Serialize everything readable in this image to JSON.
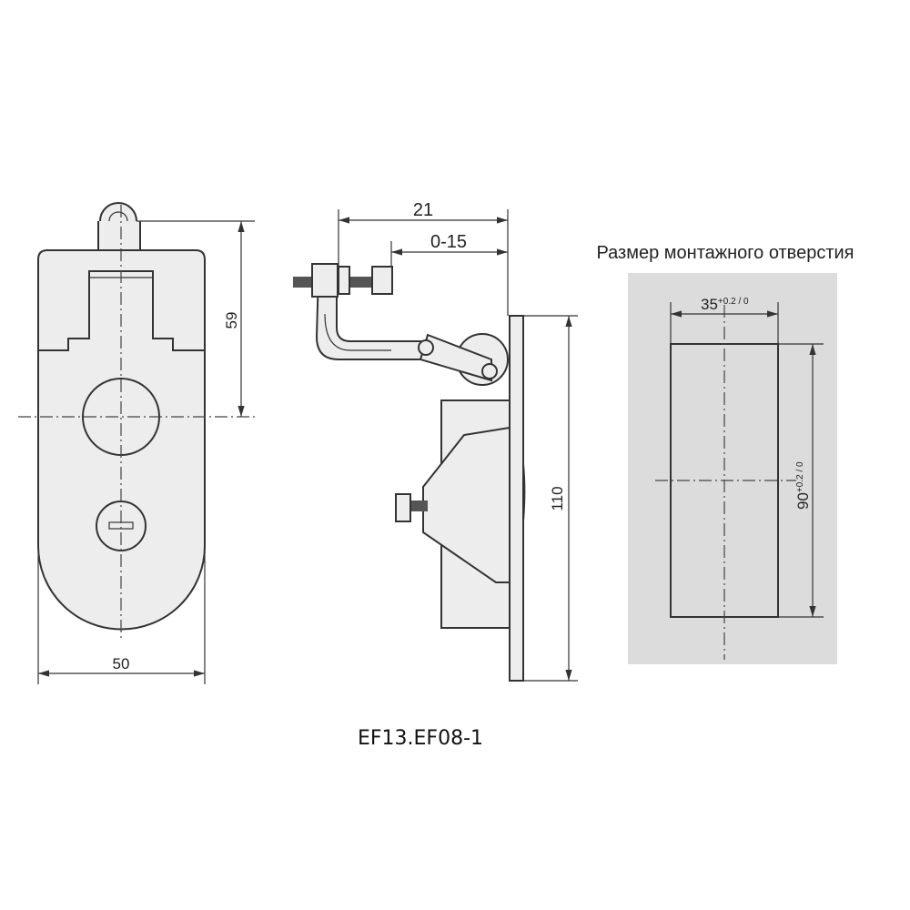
{
  "front_view": {
    "width_dim": "50",
    "height_dim": "59"
  },
  "side_view": {
    "depth_dim": "21",
    "range_dim": "0-15",
    "height_dim": "110"
  },
  "cutout": {
    "title": "Размер монтажного отверстия",
    "width_dim": "35",
    "width_tol": "+0.2 / 0",
    "height_dim": "90",
    "height_tol": "+0.2 / 0"
  },
  "caption": "EF13.EF08-1",
  "colors": {
    "cutout_bg": "#dcdcdc",
    "part_fill": "#ededed",
    "line": "#333333"
  }
}
